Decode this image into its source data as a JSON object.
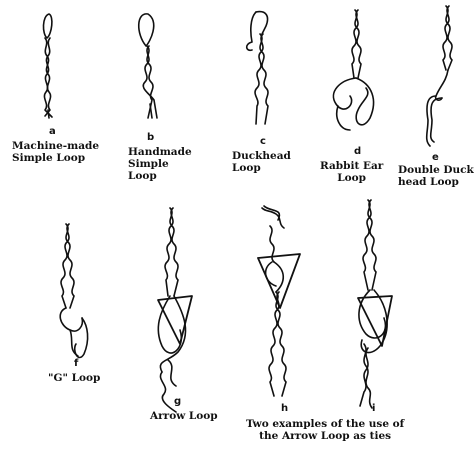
{
  "figures": [
    {
      "letter": "a",
      "caption": "Machine-made\nSimple Loop"
    },
    {
      "letter": "b",
      "caption": "Handmade\nSimple\nLoop"
    },
    {
      "letter": "c",
      "caption": "Duckhead\nLoop"
    },
    {
      "letter": "d",
      "caption": "Rabbit Ear\nLoop"
    },
    {
      "letter": "e",
      "caption": "Double Duck-\nhead Loop"
    },
    {
      "letter": "f",
      "caption": "\"G\" Loop"
    },
    {
      "letter": "g",
      "caption": "Arrow Loop"
    },
    {
      "letter": "h",
      "caption": ""
    },
    {
      "letter": "i",
      "caption": ""
    }
  ],
  "shared_caption": "Two examples of the use of\nthe Arrow Loop as ties",
  "colors": {
    "ink": "#111111",
    "paper": "#ffffff"
  }
}
